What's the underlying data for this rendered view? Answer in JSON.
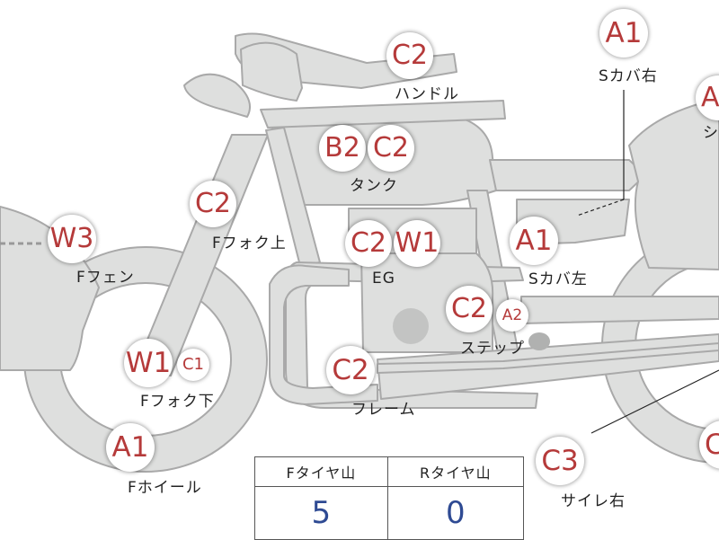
{
  "colors": {
    "body": "#dedfde",
    "outline": "#a9a9a9",
    "code_red": "#b53a3a",
    "value_blue": "#2e4a93"
  },
  "badges": [
    {
      "text": "C2"
    },
    {
      "text": "A1"
    },
    {
      "text": "A"
    },
    {
      "text": "B2"
    },
    {
      "text": "C2"
    },
    {
      "text": "C2"
    },
    {
      "text": "W3"
    },
    {
      "text": "C2"
    },
    {
      "text": "W1"
    },
    {
      "text": "A1"
    },
    {
      "text": "C2"
    },
    {
      "text": "A2"
    },
    {
      "text": "W1"
    },
    {
      "text": "C1"
    },
    {
      "text": "C2"
    },
    {
      "text": "A1"
    },
    {
      "text": "C3"
    },
    {
      "text": "C"
    }
  ],
  "labels": {
    "handle": "ハンドル",
    "s_cover_right": "Sカバ右",
    "seat_partial": "シ",
    "tank": "タンク",
    "f_fork_upper": "Fフォク上",
    "f_fender": "Fフェン",
    "engine": "EG",
    "s_cover_left": "Sカバ左",
    "step": "ステップ",
    "f_fork_lower": "Fフォク下",
    "frame": "フレーム",
    "f_wheel": "Fホイール",
    "silencer_right": "サイレ右"
  },
  "tire_table": {
    "headers": [
      "Fタイヤ山",
      "Rタイヤ山"
    ],
    "values": [
      "5",
      "0"
    ]
  }
}
